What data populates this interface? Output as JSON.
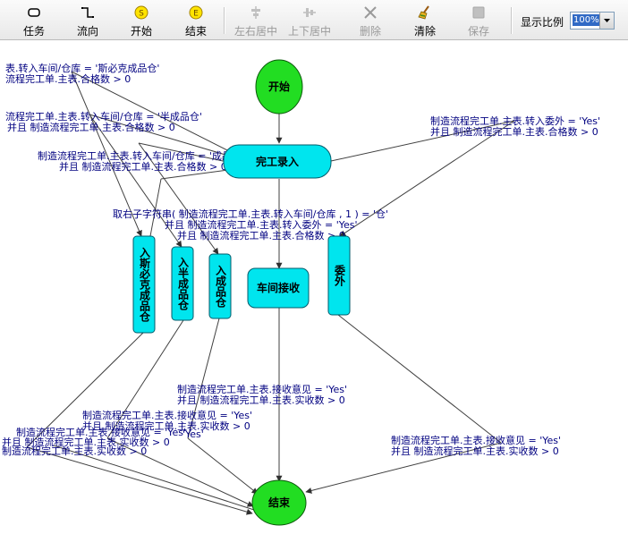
{
  "toolbar": {
    "task": "任务",
    "flow": "流向",
    "start": "开始",
    "end": "结束",
    "align_h": "左右居中",
    "align_v": "上下居中",
    "delete": "删除",
    "clear": "清除",
    "save": "保存",
    "zoom_label": "显示比例",
    "zoom_value": "100%"
  },
  "nodes": {
    "start": "开始",
    "complete_entry": "完工录入",
    "ru_sibike": "入斯必克成品仓",
    "ru_ban": "入半成品仓",
    "ru_cheng": "入成品仓",
    "workshop": "车间接收",
    "outsource": "委外",
    "end": "结束"
  },
  "conditions": {
    "c1_l1": "表.转入车间/仓库 = '斯必克成品仓'",
    "c1_l2": "流程完工单.主表.合格数 > 0",
    "c2_l1": "流程完工单.主表.转入车间/仓库 = '半成品仓'",
    "c2_l2": "并且 制造流程完工单.主表.合格数 > 0",
    "c3_l1": "制造流程完工单.主表.转入车间/仓库 = '成品仓'",
    "c3_l2": "并且 制造流程完工单.主表.合格数 > 0",
    "c4_l1": "制造流程完工单.主表.转入委外 = 'Yes'",
    "c4_l2": "并且 制造流程完工单.主表.合格数 > 0",
    "c5_l1": "取右子字符串( 制造流程完工单.主表.转入车间/仓库 , 1 ) = '仓'",
    "c5_l2": "并且 制造流程完工单.主表.转入委外 = 'Yes'",
    "c5_l3": "并且 制造流程完工单.主表.合格数 > 0",
    "c6_l1": "制造流程完工单.主表.接收意见 = 'Yes'",
    "c6_l2": "并且 制造流程完工单.主表.实收数 > 0",
    "c7_l1": "制造流程完工单.主表.接收意见 = 'Yes'",
    "c7_l2": "并且 制造流程完工单.主表.实收数 > 0",
    "c7_l3": "'Yes'",
    "c8_l1": "制造流程完工单.主表.接收意见 = 'Yes'",
    "c8_l2": "并且 制造流程完工单.主表.实收数 > 0",
    "c9_l1": "制造流程完工单.主表.接收意见 = 'Yes'",
    "c9_l2": "并且 制造流程完工单.主表.实收数 > 0",
    "c10_l1": "制造流程完工单.主表.实收数 > 0"
  },
  "colors": {
    "start_end_fill": "#22dd22",
    "task_fill": "#00e5ee",
    "condition_text": "#000080",
    "edge": "#404040"
  }
}
